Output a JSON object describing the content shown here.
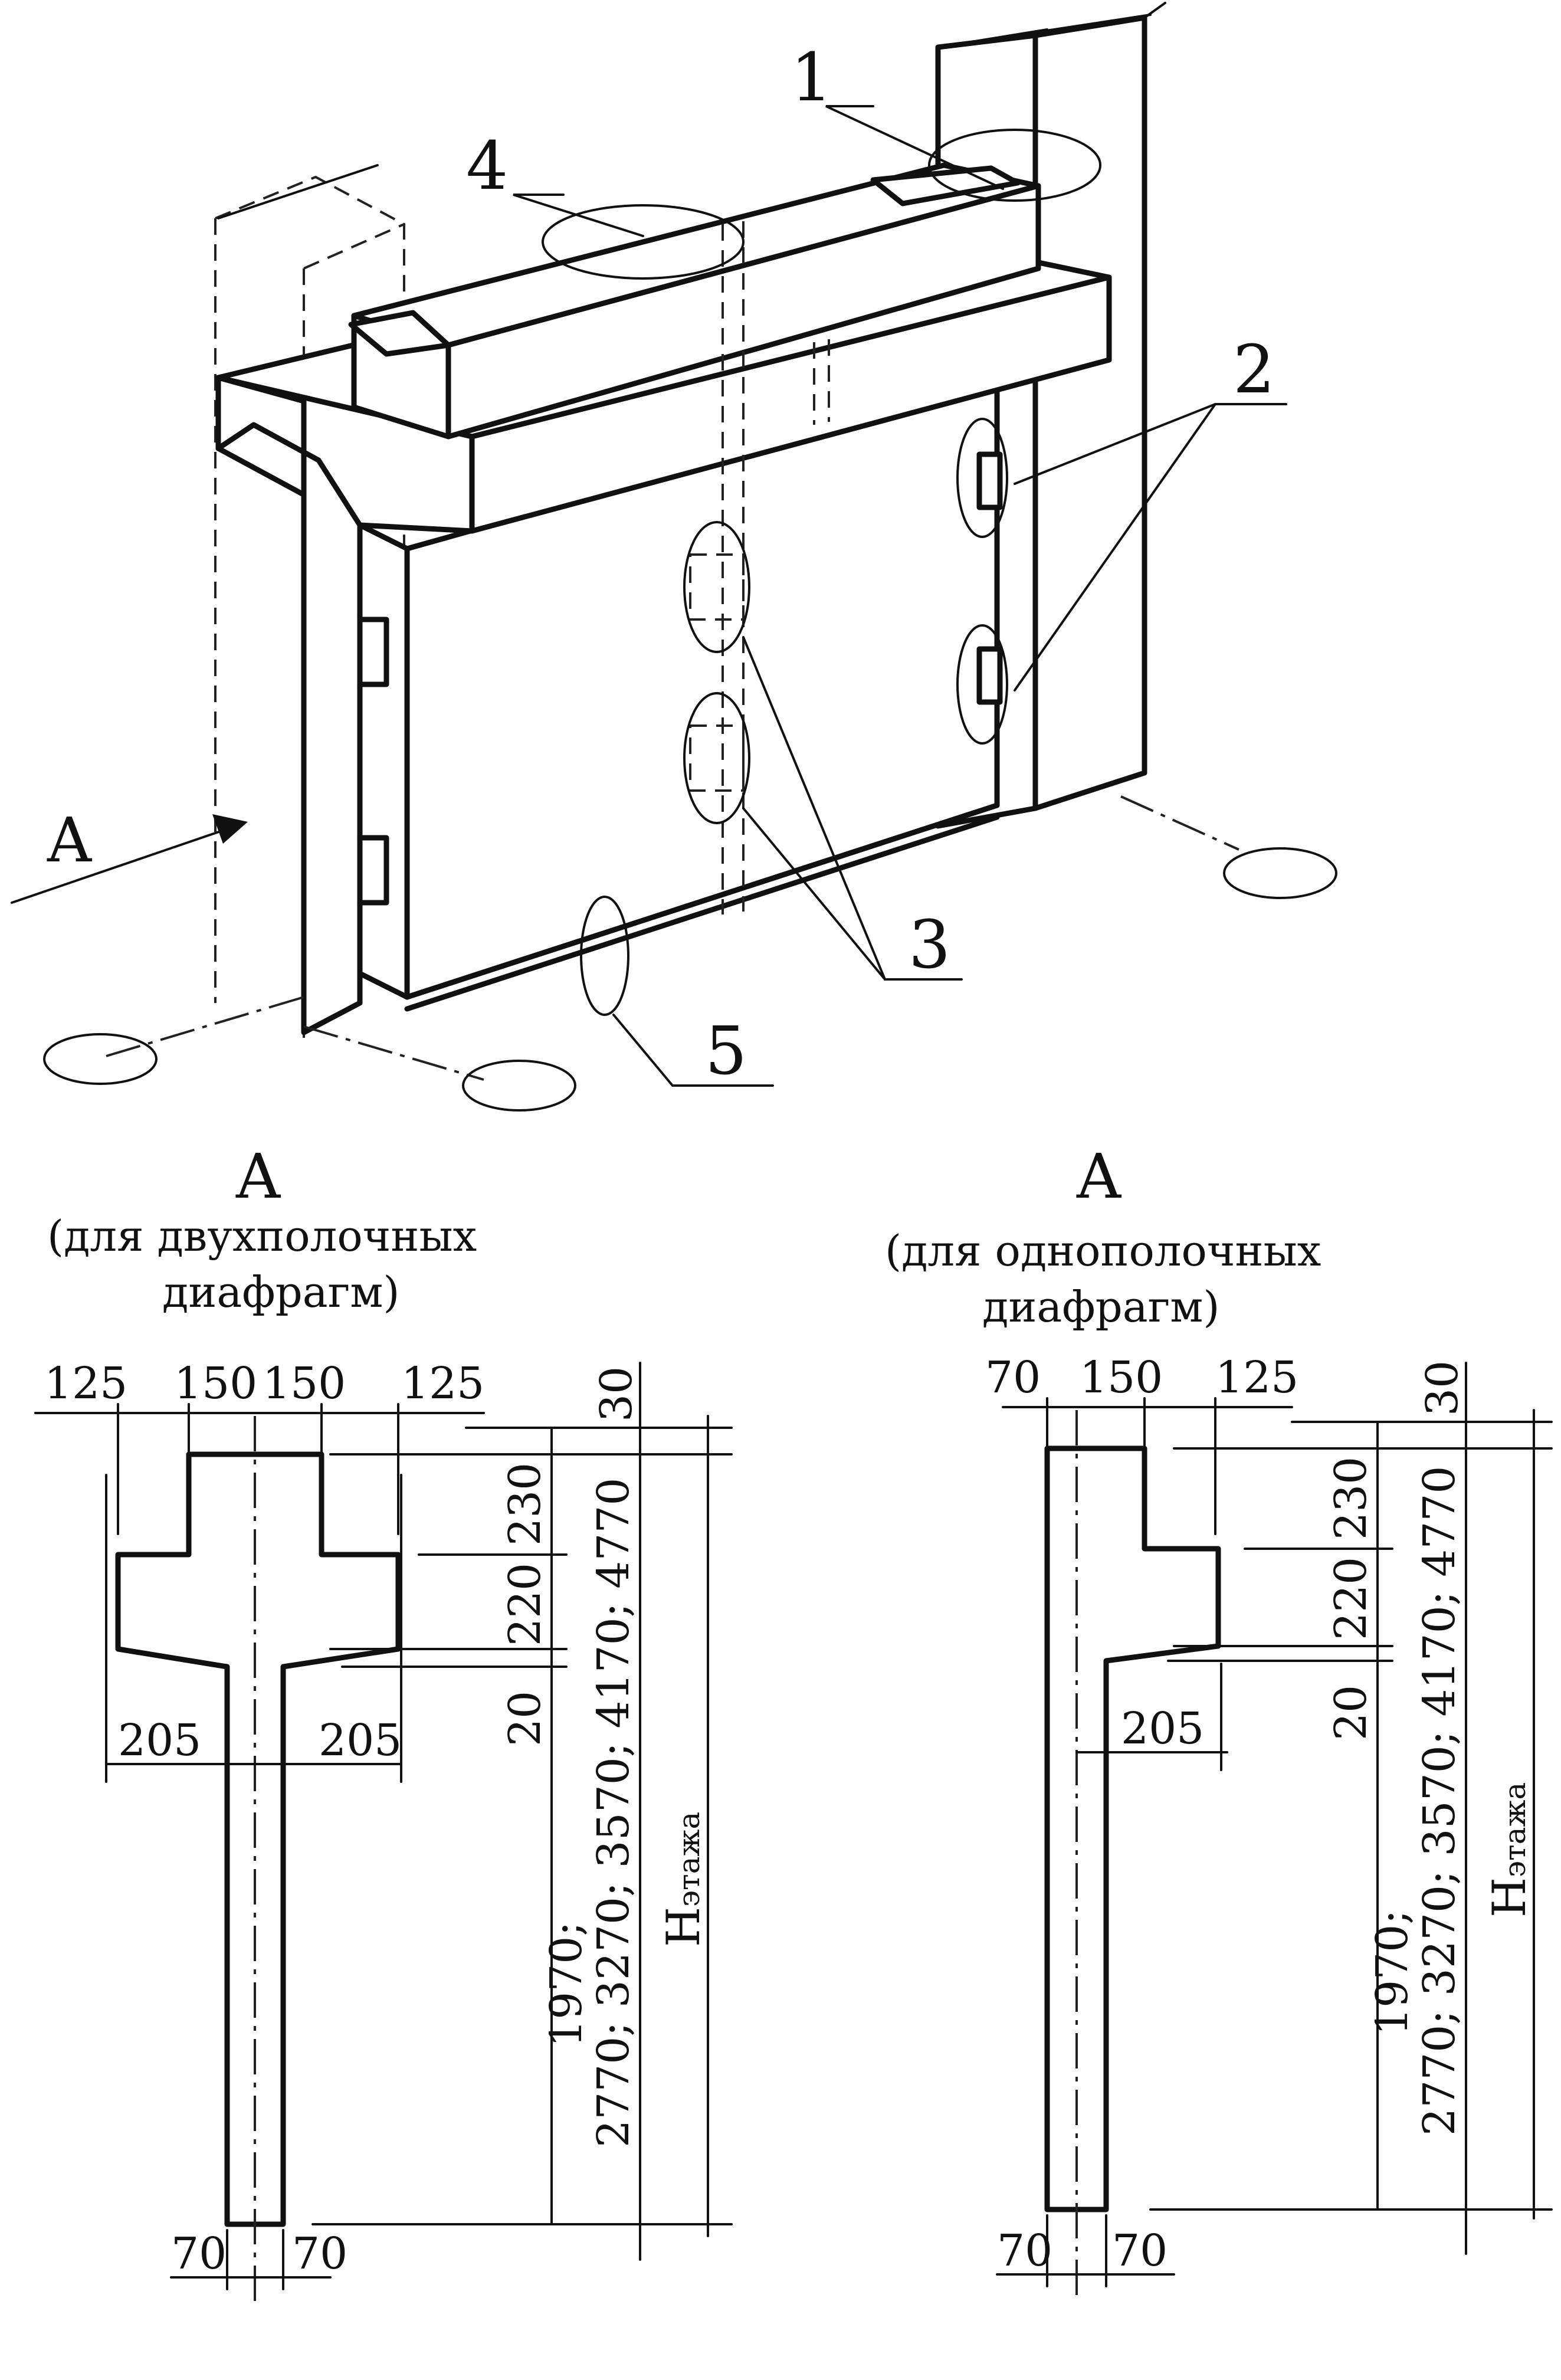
{
  "isometric": {
    "callouts": [
      "1",
      "2",
      "3",
      "4",
      "5"
    ],
    "view_arrow_label": "A"
  },
  "section_double": {
    "view_label": "A",
    "caption_line1": "(для двухполочных",
    "caption_line2": "диафрагм)",
    "top_dims": [
      "125",
      "150",
      "150",
      "125"
    ],
    "vertical_dims": [
      "30",
      "230",
      "220",
      "20"
    ],
    "height_text_1": "2770; 3270; 3570; 4170; 4770",
    "height_text_2": "1970;",
    "rib_dims": [
      "205",
      "205"
    ],
    "bottom_dims": [
      "70",
      "70"
    ],
    "floor_height": "H",
    "floor_height_sub": "этажа"
  },
  "section_single": {
    "view_label": "A",
    "caption_line1": "(для однополочных",
    "caption_line2": "диафрагм)",
    "top_dims": [
      "70",
      "150",
      "125"
    ],
    "vertical_dims": [
      "30",
      "230",
      "220",
      "20"
    ],
    "height_text_1": "2770; 3270; 3570; 4170; 4770",
    "height_text_2": "1970;",
    "rib_dims": [
      "205"
    ],
    "bottom_dims": [
      "70",
      "70"
    ],
    "floor_height": "H",
    "floor_height_sub": "этажа"
  }
}
